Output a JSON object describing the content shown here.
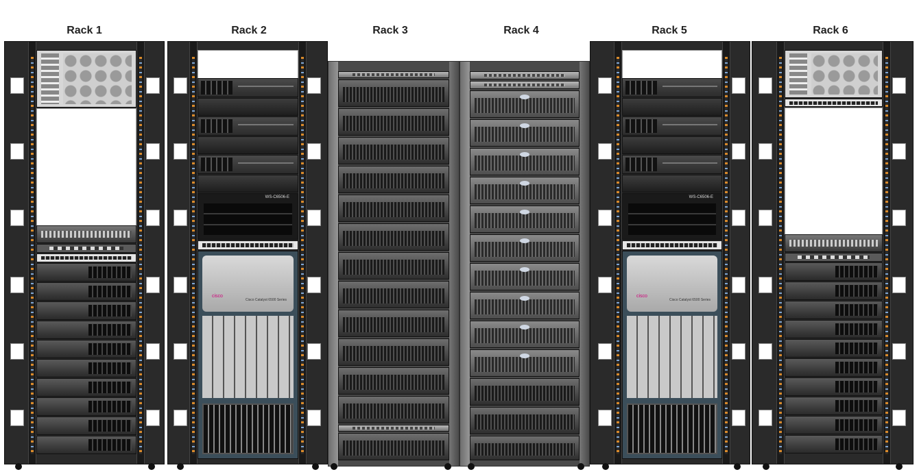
{
  "racks": [
    {
      "title": "Rack 1"
    },
    {
      "title": "Rack 2"
    },
    {
      "title": "Rack 3"
    },
    {
      "title": "Rack 4"
    },
    {
      "title": "Rack 5"
    },
    {
      "title": "Rack 6"
    }
  ],
  "cisco": {
    "logo": "cisco",
    "caption": "Cisco Catalyst 6500 Series",
    "model": "WS-C6506-E"
  },
  "colors": {
    "rack_frame": "#2a2a2a",
    "port_orange": "#d98a2b",
    "port_blue": "#7fa7d6",
    "cisco_chassis": "#3b4e5a",
    "cisco_logo": "#d0007a"
  }
}
